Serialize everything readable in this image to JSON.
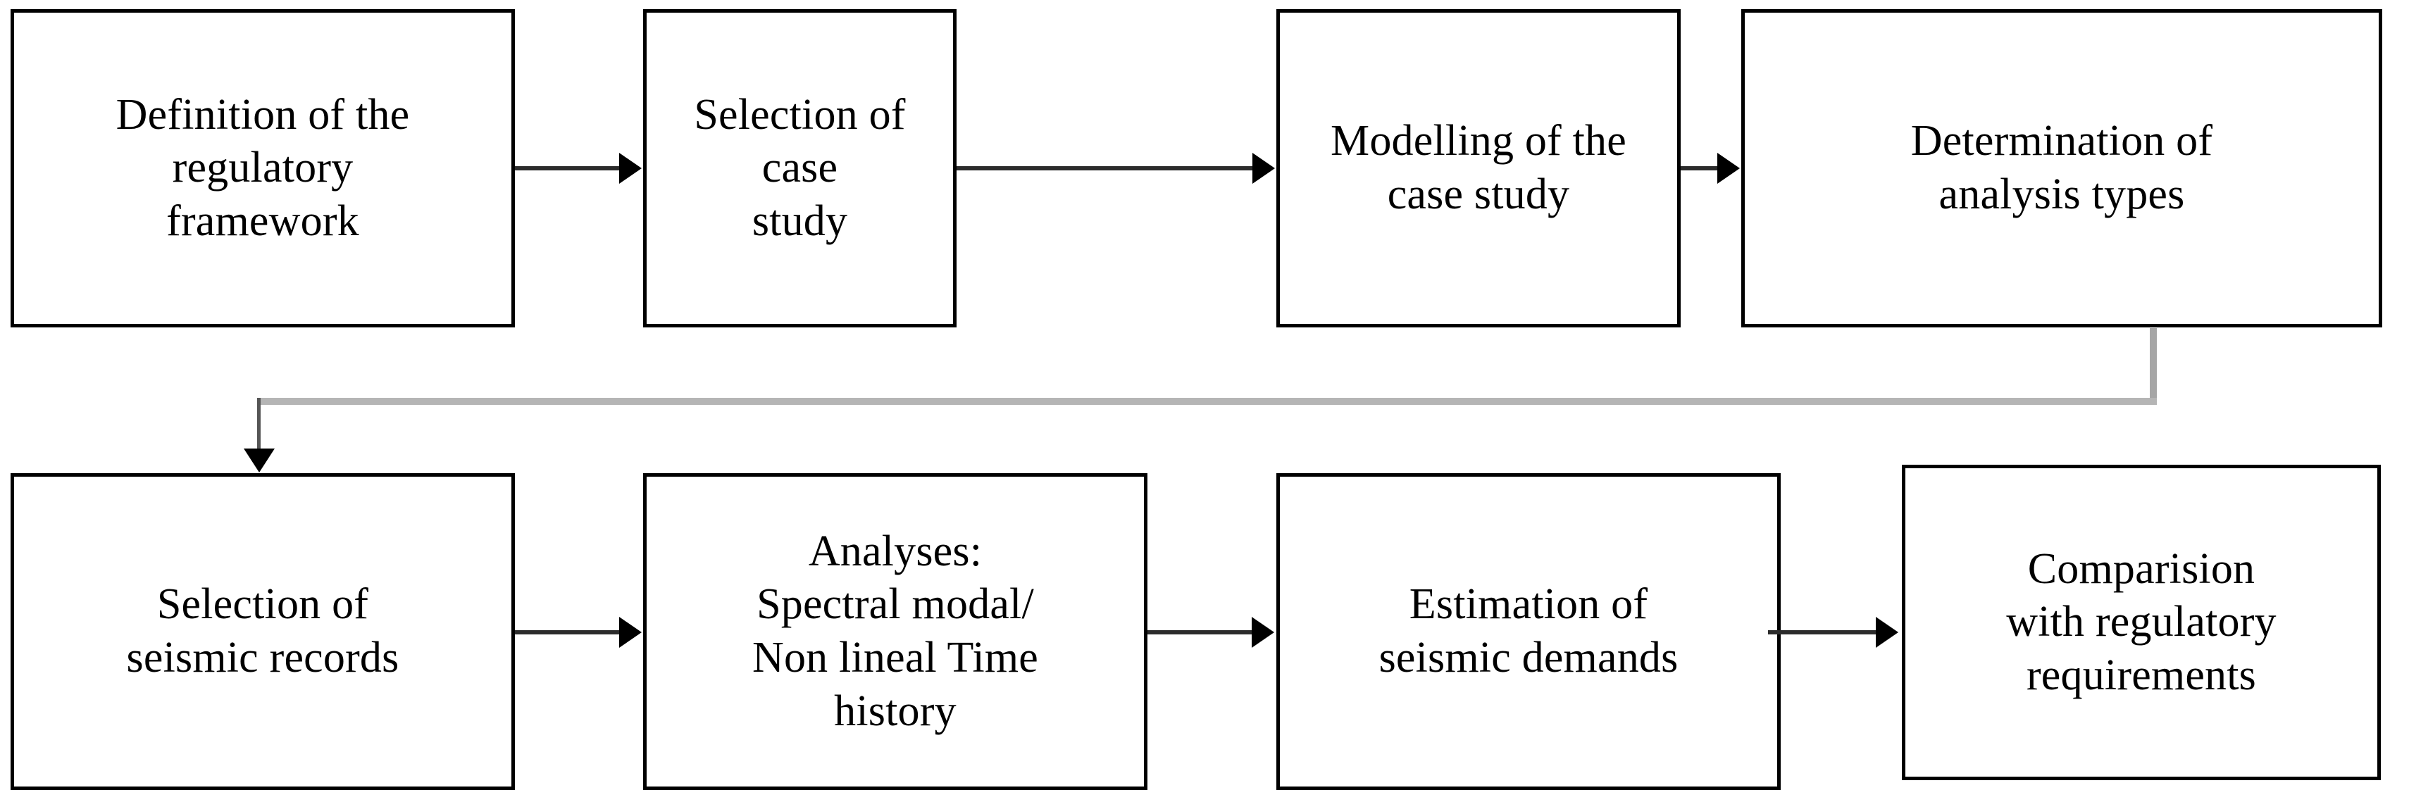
{
  "diagram": {
    "title": "Seismic assessment methodology flowchart",
    "type": "flowchart",
    "orientation": "left-to-right, two rows with wrap connector",
    "colors": {
      "node_border": "#000000",
      "node_fill": "#ffffff",
      "arrow": "#000000",
      "connector_line": "#2b2b2b",
      "wrap_connector_line": "#b5b5b5",
      "text": "#000000"
    },
    "rows": [
      {
        "row_name": "top-row",
        "nodes": [
          {
            "id": "regulatory-framework",
            "label": "Definition of the\nregulatory\nframework"
          },
          {
            "id": "case-study-selection",
            "label": "Selection of case\nstudy"
          },
          {
            "id": "case-study-modelling",
            "label": "Modelling of the\ncase study"
          },
          {
            "id": "analysis-types",
            "label": "Determination of\nanalysis types"
          }
        ]
      },
      {
        "row_name": "bottom-row",
        "nodes": [
          {
            "id": "seismic-records",
            "label": "Selection of\nseismic records"
          },
          {
            "id": "analyses",
            "label": "Analyses:\nSpectral modal/\nNon lineal Time\nhistory"
          },
          {
            "id": "seismic-demands",
            "label": "Estimation of\nseismic demands"
          },
          {
            "id": "comparision",
            "label": "Comparision\nwith regulatory\nrequirements"
          }
        ]
      }
    ],
    "connectors": [
      {
        "id": "conn-1",
        "from": "regulatory-framework",
        "to": "case-study-selection",
        "kind": "straight-right-arrow"
      },
      {
        "id": "conn-2",
        "from": "case-study-selection",
        "to": "case-study-modelling",
        "kind": "straight-right-arrow"
      },
      {
        "id": "conn-3",
        "from": "case-study-modelling",
        "to": "analysis-types",
        "kind": "straight-right-arrow"
      },
      {
        "id": "conn-4",
        "from": "analysis-types",
        "to": "seismic-records",
        "kind": "elbow-down-left-down-arrow"
      },
      {
        "id": "conn-5",
        "from": "seismic-records",
        "to": "analyses",
        "kind": "straight-right-arrow"
      },
      {
        "id": "conn-6",
        "from": "analyses",
        "to": "seismic-demands",
        "kind": "straight-right-arrow"
      },
      {
        "id": "conn-7",
        "from": "seismic-demands",
        "to": "comparision",
        "kind": "straight-right-arrow"
      }
    ]
  }
}
